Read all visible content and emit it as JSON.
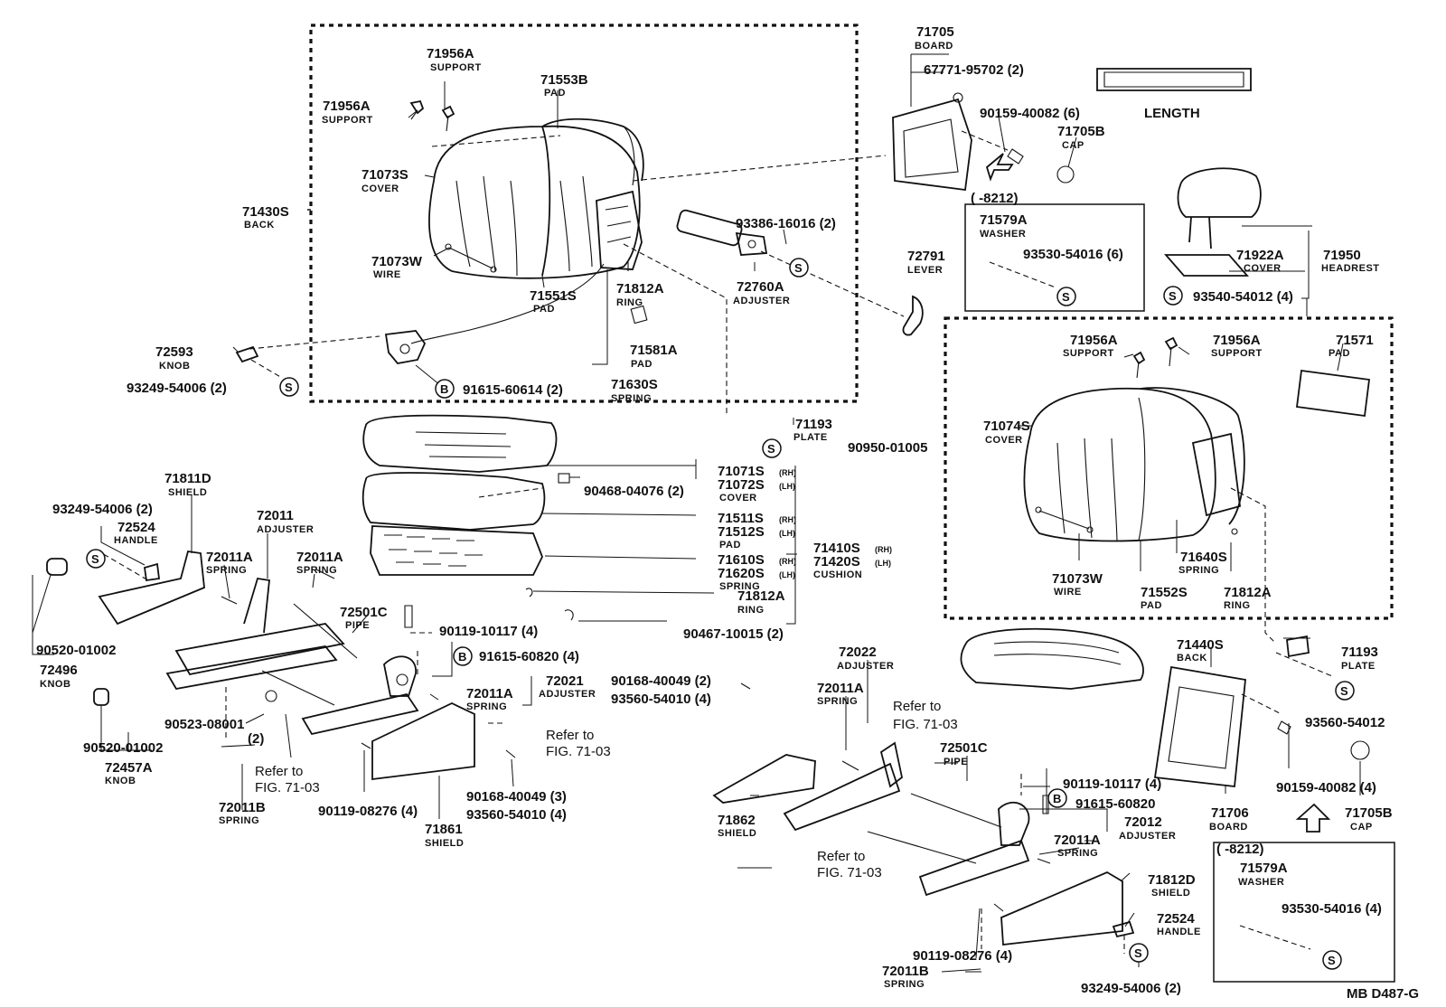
{
  "labels": {
    "p71956a_1": "71956A",
    "p71956a_1n": "SUPPORT",
    "p71956a_2": "71956A",
    "p71956a_2n": "SUPPORT",
    "p71553b": "71553B",
    "p71553bn": "PAD",
    "p71073s": "71073S",
    "p71073sn": "COVER",
    "p71430s": "71430S",
    "p71430sn": "BACK",
    "p71073w": "71073W",
    "p71073wn": "WIRE",
    "p71551s": "71551S",
    "p71551sn": "PAD",
    "p71812a_1": "71812A",
    "p71812a_1n": "RING",
    "p71581a": "71581A",
    "p71581an": "PAD",
    "p71630s": "71630S",
    "p71630sn": "SPRING",
    "p93386": "93386-16016 (2)",
    "p72760a": "72760A",
    "p72760an": "ADJUSTER",
    "p72593": "72593",
    "p72593n": "KNOB",
    "p93249_1": "93249-54006 (2)",
    "p91615_1": "91615-60614 (2)",
    "p71705": "71705",
    "p71705n": "BOARD",
    "p67771": "67771-95702 (2)",
    "p90159_1": "90159-40082 (6)",
    "p71705b_1": "71705B",
    "p71705b_1n": "CAP",
    "p8212_1": "(    -8212)",
    "p71579a_1": "71579A",
    "p71579a_1n": "WASHER",
    "p93530_1": "93530-54016 (6)",
    "p72791": "72791",
    "p72791n": "LEVER",
    "length": "LENGTH",
    "p71922a": "71922A",
    "p71922an": "COVER",
    "p71950": "71950",
    "p71950n": "HEADREST",
    "p93540": "93540-54012 (4)",
    "p71193_1": "71193",
    "p71193_1n": "PLATE",
    "p90950": "90950-01005",
    "p71071s": "71071S",
    "p71071s_s": "(RH)",
    "p71072s": "71072S",
    "p71072s_s": "(LH)",
    "p71072sn": "COVER",
    "p90468": "90468-04076 (2)",
    "p71511s": "71511S",
    "p71511s_s": "(RH)",
    "p71512s": "71512S",
    "p71512s_s": "(LH)",
    "p71512sn": "PAD",
    "p71610s": "71610S",
    "p71610s_s": "(RH)",
    "p71620s": "71620S",
    "p71620s_s": "(LH)",
    "p71620sn": "SPRING",
    "p71410s": "71410S",
    "p71410s_s": "(RH)",
    "p71420s": "71420S",
    "p71420s_s": "(LH)",
    "p71420sn": "CUSHION",
    "p71812a_2": "71812A",
    "p71812a_2n": "RING",
    "p90467": "90467-10015 (2)",
    "p71811d": "71811D",
    "p71811dn": "SHIELD",
    "p93249_2": "93249-54006 (2)",
    "p72524_1": "72524",
    "p72524_1n": "HANDLE",
    "p72011": "72011",
    "p72011n": "ADJUSTER",
    "p72011a_1": "72011A",
    "p72011a_1n": "SPRING",
    "p72011a_2": "72011A",
    "p72011a_2n": "SPRING",
    "p72501c_1": "72501C",
    "p72501c_1n": "PIPE",
    "p90119_1": "90119-10117 (4)",
    "p91615_2": "91615-60820 (4)",
    "p90520_1": "90520-01002",
    "p72496": "72496",
    "p72496n": "KNOB",
    "p72021": "72021",
    "p72021n": "ADJUSTER",
    "p72011a_3": "72011A",
    "p72011a_3n": "SPRING",
    "p90168_1": "90168-40049 (2)",
    "p93560_1": "93560-54010 (4)",
    "p90523": "90523-08001",
    "p90523q": "(2)",
    "p90520_2": "90520-01002",
    "p72457a": "72457A",
    "p72457an": "KNOB",
    "ref1a": "Refer to",
    "ref1b": "FIG. 71-03",
    "ref2a": "Refer to",
    "ref2b": "FIG. 71-03",
    "p72011b_1": "72011B",
    "p72011b_1n": "SPRING",
    "p90119_2": "90119-08276 (4)",
    "p71861": "71861",
    "p71861n": "SHIELD",
    "p90168_2": "90168-40049 (3)",
    "p93560_2": "93560-54010 (4)",
    "p71956a_3": "71956A",
    "p71956a_3n": "SUPPORT",
    "p71956a_4": "71956A",
    "p71956a_4n": "SUPPORT",
    "p71571": "71571",
    "p71571n": "PAD",
    "p71074s": "71074S",
    "p71074sn": "COVER",
    "p71640s": "71640S",
    "p71640sn": "SPRING",
    "p71073w_2": "71073W",
    "p71073w_2n": "WIRE",
    "p71552s": "71552S",
    "p71552sn": "PAD",
    "p71812a_3": "71812A",
    "p71812a_3n": "RING",
    "p71440s": "71440S",
    "p71440sn": "BACK",
    "p71193_2": "71193",
    "p71193_2n": "PLATE",
    "p93560_3": "93560-54012",
    "p90159_2": "90159-40082 (4)",
    "p71706": "71706",
    "p71706n": "BOARD",
    "p71705b_2": "71705B",
    "p71705b_2n": "CAP",
    "p8212_2": "(    -8212)",
    "p72022": "72022",
    "p72022n": "ADJUSTER",
    "p72011a_4": "72011A",
    "p72011a_4n": "SPRING",
    "ref3a": "Refer to",
    "ref3b": "FIG. 71-03",
    "p72501c_2": "72501C",
    "p72501c_2n": "PIPE",
    "p90119_3": "90119-10117 (4)",
    "p91615_3": "91615-60820",
    "p72012": "72012",
    "p72012n": "ADJUSTER",
    "p72011a_5": "72011A",
    "p72011a_5n": "SPRING",
    "p71862": "71862",
    "p71862n": "SHIELD",
    "ref4a": "Refer to",
    "ref4b": "FIG. 71-03",
    "p71812d": "71812D",
    "p71812dn": "SHIELD",
    "p72524_2": "72524",
    "p72524_2n": "HANDLE",
    "p90119_4": "90119-08276 (4)",
    "p72011b_2": "72011B",
    "p72011b_2n": "SPRING",
    "p93249_3": "93249-54006 (2)",
    "p71579a_2": "71579A",
    "p71579a_2n": "WASHER",
    "p93530_2": "93530-54016 (4)",
    "code": "MB D487-G",
    "symS": "S",
    "symB": "B"
  }
}
